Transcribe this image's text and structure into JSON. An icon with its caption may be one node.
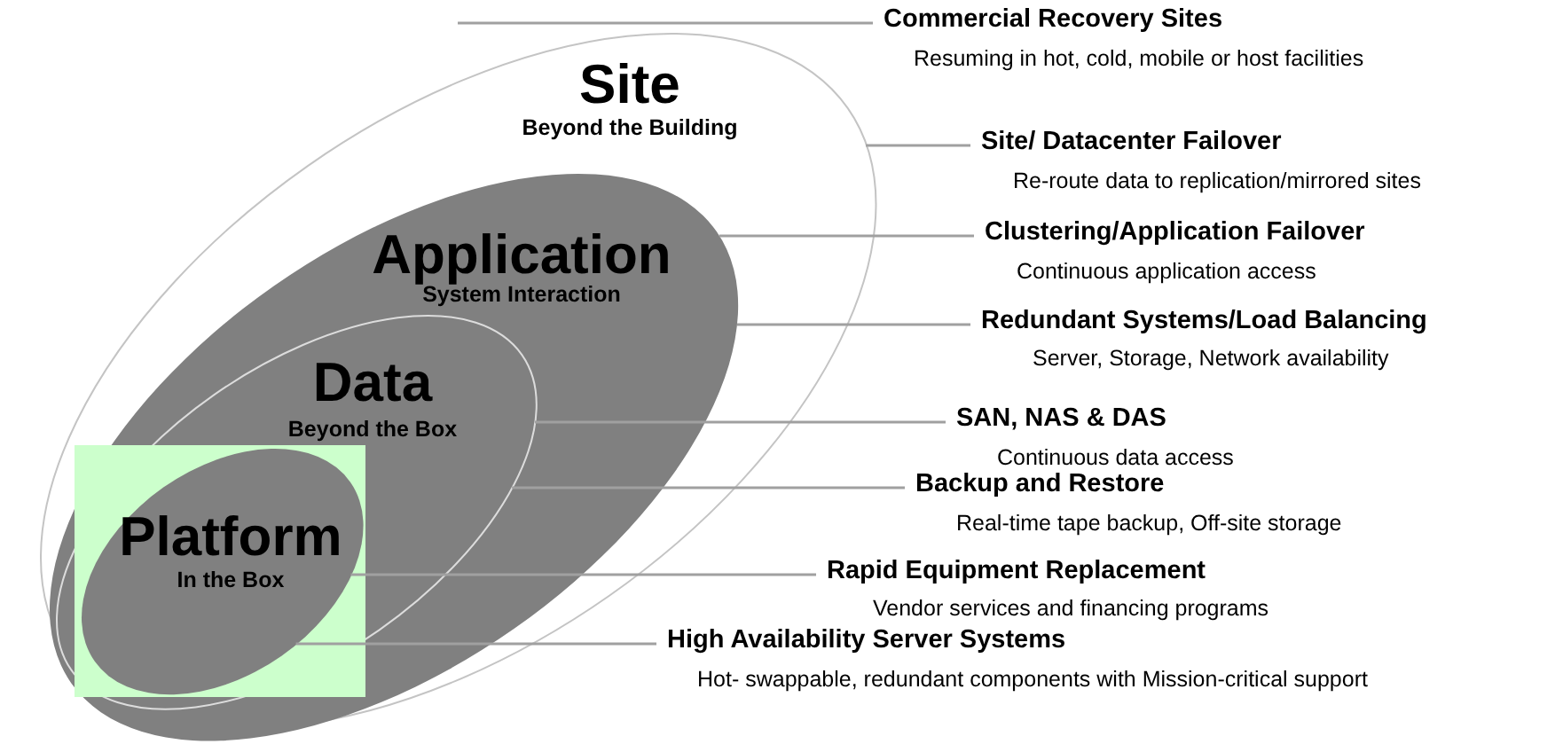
{
  "diagram": {
    "nodes": [
      {
        "text": [
          "Site",
          "Beyond the Building"
        ]
      },
      {
        "text": [
          "Application",
          "System Interaction"
        ],
        "in": 0
      },
      {
        "text": [
          "Data",
          "Beyond the Box"
        ],
        "in": 1
      },
      {
        "text": [],
        "shape": "box",
        "in": 2
      },
      {
        "text": [
          "Platform",
          "In the Box"
        ],
        "in": 3
      },
      {
        "text": [
          "Commercial Recovery Sites",
          "Resuming in hot, cold, mobile or host facilities"
        ]
      },
      {
        "text": [
          "Site/ Datacenter Failover",
          "Re-route data to replication/mirrored sites"
        ]
      },
      {
        "text": [
          "Clustering/Application Failover",
          "Continuous application access"
        ]
      },
      {
        "text": [
          "Redundant Systems/Load Balancing",
          "Server, Storage, Network availability"
        ]
      },
      {
        "text": [
          "SAN, NAS & DAS",
          "Continuous data access"
        ]
      },
      {
        "text": [
          "Backup and Restore",
          "Real-time tape backup, Off-site storage"
        ]
      },
      {
        "text": [
          "Rapid Equipment Replacement",
          "Vendor services and financing programs"
        ]
      },
      {
        "text": [
          "High Availability Server Systems",
          "Hot- swappable, redundant components with Mission-critical support"
        ]
      }
    ],
    "edges": [
      {
        "from": 5,
        "to": 0,
        "arrow": "none"
      },
      {
        "from": 6,
        "to": 0,
        "arrow": "none"
      },
      {
        "from": 7,
        "to": 1,
        "arrow": "none"
      },
      {
        "from": 8,
        "to": 1,
        "arrow": "none"
      },
      {
        "from": 9,
        "to": 2,
        "arrow": "none"
      },
      {
        "from": 10,
        "to": 2,
        "arrow": "none"
      },
      {
        "from": 11,
        "to": 4,
        "arrow": "none"
      },
      {
        "from": 12,
        "to": 4,
        "arrow": "none"
      }
    ]
  }
}
